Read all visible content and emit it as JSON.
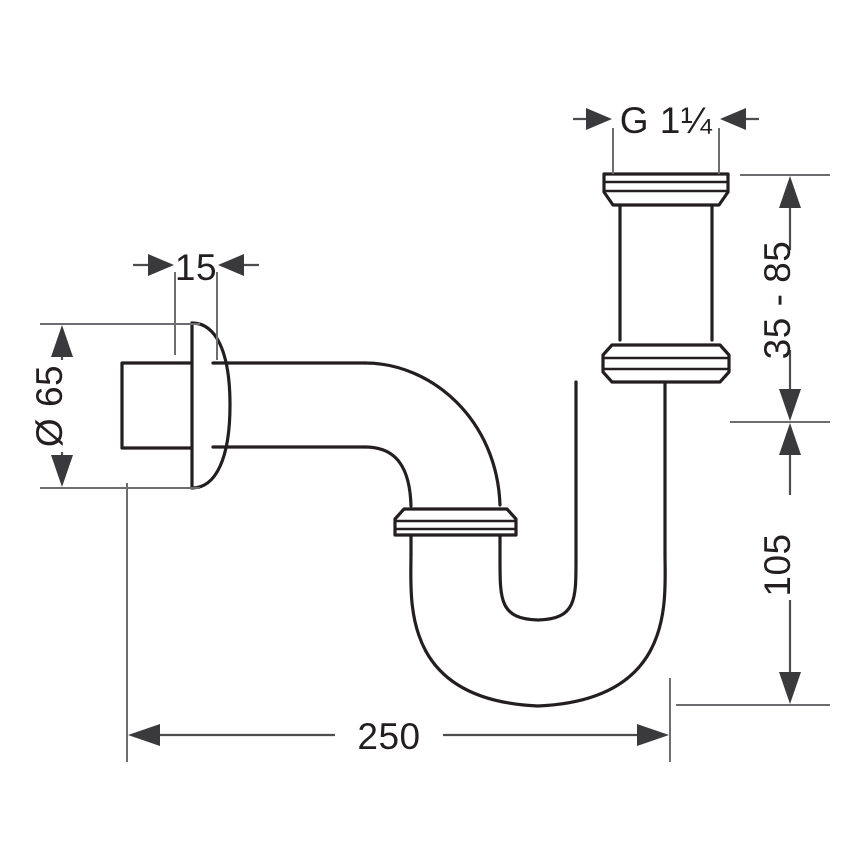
{
  "drawing": {
    "title": "P-Trap Siphon Dimensional Drawing",
    "units": "mm",
    "line_color": "#231f20",
    "dimension_color": "#4d4d4f",
    "background": "#ffffff"
  },
  "dimensions": {
    "thread": {
      "label": "G 1¼",
      "name": "outlet-thread-size",
      "orientation": "horizontal",
      "arrow_style": "outward"
    },
    "flange_depth": {
      "label": "15",
      "name": "flange-depth",
      "orientation": "horizontal",
      "arrow_style": "outward"
    },
    "flange_diameter": {
      "label": "Ø 65",
      "name": "flange-diameter",
      "orientation": "vertical",
      "arrow_style": "inward"
    },
    "adjustable_height": {
      "label": "35 - 85",
      "name": "adjustable-height-range",
      "orientation": "vertical",
      "arrow_style": "inward"
    },
    "trap_depth": {
      "label": "105",
      "name": "trap-drop-height",
      "orientation": "vertical",
      "arrow_style": "inward"
    },
    "projection": {
      "label": "250",
      "name": "wall-projection-length",
      "orientation": "horizontal",
      "arrow_style": "inward"
    }
  },
  "components": [
    {
      "name": "wall-escutcheon",
      "label": "Wall escutcheon"
    },
    {
      "name": "wall-pipe-stub",
      "label": "Wall pipe stub"
    },
    {
      "name": "horizontal-inlet-pipe",
      "label": "Horizontal inlet pipe"
    },
    {
      "name": "elbow-bend",
      "label": "90 degree elbow"
    },
    {
      "name": "elbow-coupling-nut",
      "label": "Elbow coupling nut"
    },
    {
      "name": "u-bend-trap",
      "label": "U-bend trap"
    },
    {
      "name": "vertical-outlet-pipe",
      "label": "Vertical outlet pipe"
    },
    {
      "name": "middle-coupling-nut",
      "label": "Middle coupling nut"
    },
    {
      "name": "top-thread-fitting",
      "label": "Top threaded fitting"
    }
  ]
}
